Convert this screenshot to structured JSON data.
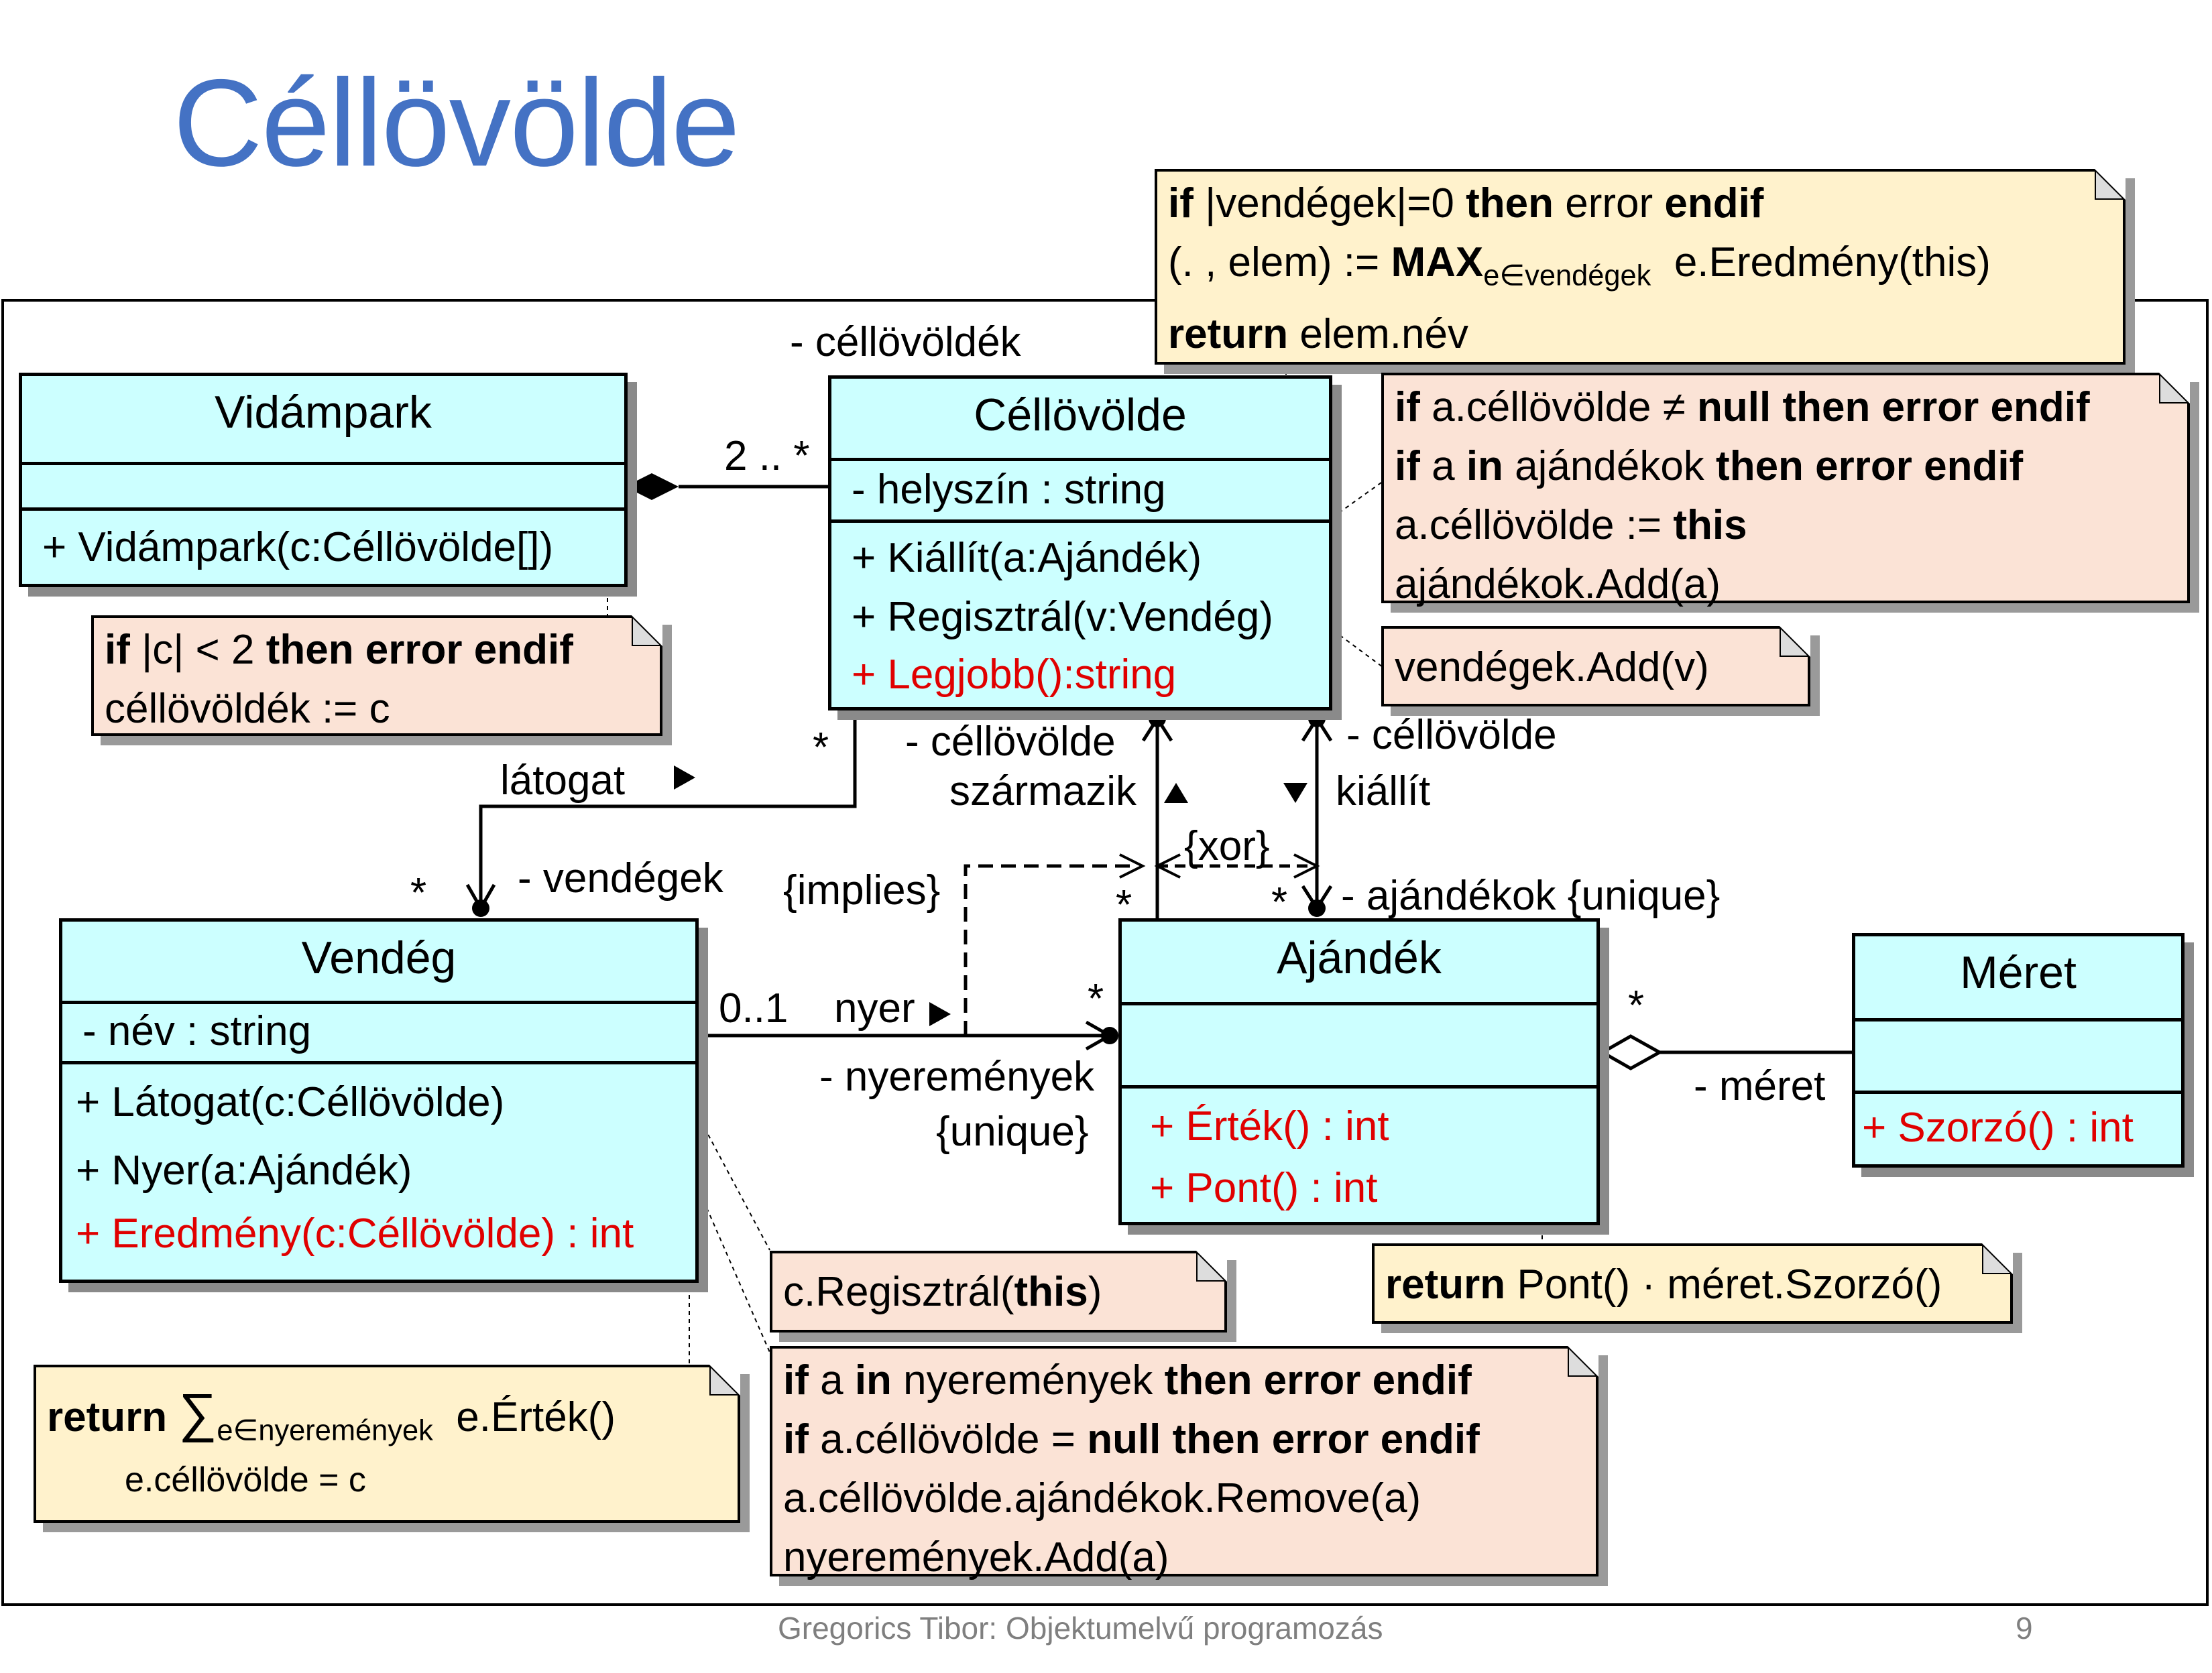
{
  "title": "Céllövölde",
  "classes": {
    "vidampark": {
      "name": "Vidámpark",
      "method1": "+ Vidámpark(c:Céllövölde[])"
    },
    "cellovolde": {
      "name": "Céllövölde",
      "attr1": "- helyszín : string",
      "method1": "+ Kiállít(a:Ajándék)",
      "method2": "+ Regisztrál(v:Vendég)",
      "method3": "+ Legjobb():string"
    },
    "vendeg": {
      "name": "Vendég",
      "attr1": "- név : string",
      "method1": "+ Látogat(c:Céllövölde)",
      "method2": "+ Nyer(a:Ajándék)",
      "method3": "+ Eredmény(c:Céllövölde) : int"
    },
    "ajandek": {
      "name": "Ajándék",
      "method1": "+ Érték() : int",
      "method2": "+ Pont() : int"
    },
    "meret": {
      "name": "Méret",
      "method1": "+ Szorzó() : int"
    }
  },
  "labels": {
    "cellovoldek_role": "- céllövöldék",
    "mult_2star": "2 .. *",
    "star": "*",
    "latogat": "látogat",
    "vendegek_role": "- vendégek",
    "cellovolde_role": "- céllövölde",
    "szarmazik": "származik",
    "kiallit": "kiállít",
    "xor": "{xor}",
    "implies": "{implies}",
    "ajandekok_role": "- ajándékok {unique}",
    "mult_01": "0..1",
    "nyer": "nyer",
    "nyeremenyek_role": "- nyeremények",
    "unique": "{unique}",
    "meret_role": "- méret"
  },
  "notes": {
    "legjobb": {
      "l1_if": "if",
      "l1_a": " |vendégek|=0 ",
      "l1_then": "then",
      "l1_b": " error ",
      "l1_endif": "endif",
      "l2_a": "(. , elem) := ",
      "l2_max": "MAX",
      "l2_sub": "e∈vendégek",
      "l2_b": "e.Eredmény(this)",
      "l3_return": "return",
      "l3_a": " elem.név"
    },
    "kiallit": {
      "l1_if": "if",
      "l1_a": " a.céllövölde ≠ ",
      "l1_b": "null then error endif",
      "l2_if": "if",
      "l2_a": " a ",
      "l2_in": "in",
      "l2_b": " ajándékok ",
      "l2_c": "then error endif",
      "l3_a": "a.céllövölde := ",
      "l3_this": "this",
      "l4": "ajándékok.Add(a)"
    },
    "vidampark": {
      "l1_if": "if",
      "l1_a": " |c| < 2 ",
      "l1_b": "then error endif",
      "l2": "céllövöldék := c"
    },
    "regisztral": {
      "l1": "vendégek.Add(v)"
    },
    "latogat": {
      "l1_a": "c.Regisztrál(",
      "l1_this": "this",
      "l1_b": ")"
    },
    "pont": {
      "l1_return": "return",
      "l1_a": " Pont() · méret.Szorzó()"
    },
    "eredmeny": {
      "l1_return": "return",
      "l1_sigma": "∑",
      "l1_sub": "e∈nyeremények",
      "l1_b": "e.Érték()",
      "l2": "e.céllövölde = c"
    },
    "nyer": {
      "l1_if": "if",
      "l1_a": " a ",
      "l1_in": "in",
      "l1_b": " nyeremények ",
      "l1_c": "then error endif",
      "l2_if": "if",
      "l2_a": " a.céllövölde = ",
      "l2_b": "null then error endif",
      "l3": "a.céllövölde.ajándékok.Remove(a)",
      "l4": "nyeremények.Add(a)"
    }
  },
  "footer": {
    "author": "Gregorics Tibor: Objektumelvű programozás",
    "page": "9"
  },
  "colors": {
    "title": "#4472c4",
    "class_fill": "#ccffff",
    "note_peach": "#fbe3d6",
    "note_yellow": "#fff2cc",
    "red_method": "#e00000"
  }
}
